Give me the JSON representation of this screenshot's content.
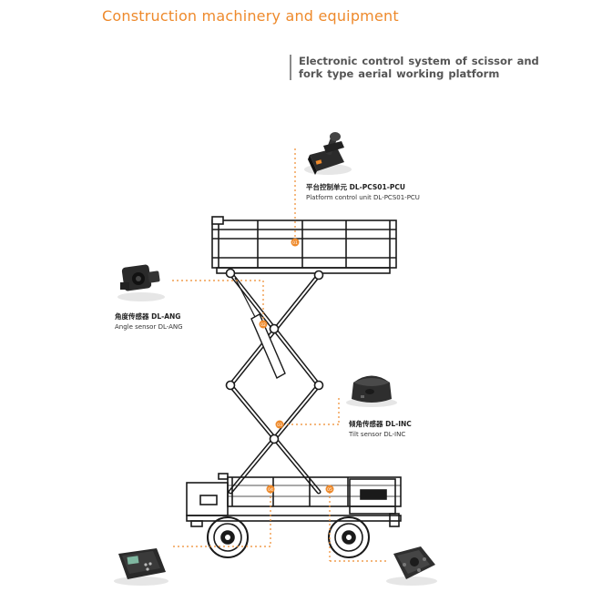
{
  "header": {
    "title": "Construction machinery and equipment",
    "subtitle": "Electronic control system of scissor and fork type aerial working platform"
  },
  "components": [
    {
      "id": "pcu",
      "cn": "平台控制单元 DL-PCS01-PCU",
      "en": "Platform control unit DL-PCS01-PCU",
      "marker": "01",
      "icon": "joystick-icon"
    },
    {
      "id": "ang",
      "cn": "角度传感器 DL-ANG",
      "en": "Angle sensor DL-ANG",
      "marker": "02",
      "icon": "angle-sensor-icon"
    },
    {
      "id": "inc",
      "cn": "倾角传感器 DL-INC",
      "en": "Tilt sensor DL-INC",
      "marker": "03",
      "icon": "tilt-sensor-icon"
    },
    {
      "id": "ctrl",
      "marker": "04",
      "icon": "controller-module-icon"
    },
    {
      "id": "load",
      "marker": "05",
      "icon": "load-sensor-icon"
    }
  ],
  "colors": {
    "accent": "#ee8a2c",
    "line": "#1a1a1a",
    "dotted": "#ee8a2c"
  }
}
